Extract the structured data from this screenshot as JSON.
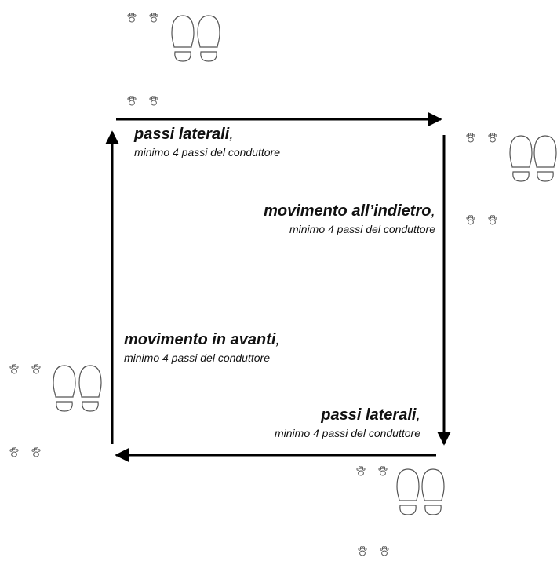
{
  "labels": {
    "top": {
      "main": "passi laterali",
      "comma": ",",
      "sub": "minimo 4 passi del conduttore"
    },
    "right": {
      "main": "movimento all’indietro",
      "comma": ",",
      "sub": "minimo 4 passi del conduttore"
    },
    "left": {
      "main": "movimento in avanti",
      "comma": ",",
      "sub": "minimo 4 passi del conduttore"
    },
    "bottom": {
      "main": "passi laterali",
      "comma": ",",
      "sub": "minimo 4 passi del conduttore"
    }
  },
  "icons": [
    "paw-print-icon",
    "shoe-print-icon",
    "arrow-right-icon",
    "arrow-down-icon",
    "arrow-left-icon",
    "arrow-up-icon"
  ],
  "colors": {
    "line": "#000000",
    "print_outline": "#555555"
  }
}
